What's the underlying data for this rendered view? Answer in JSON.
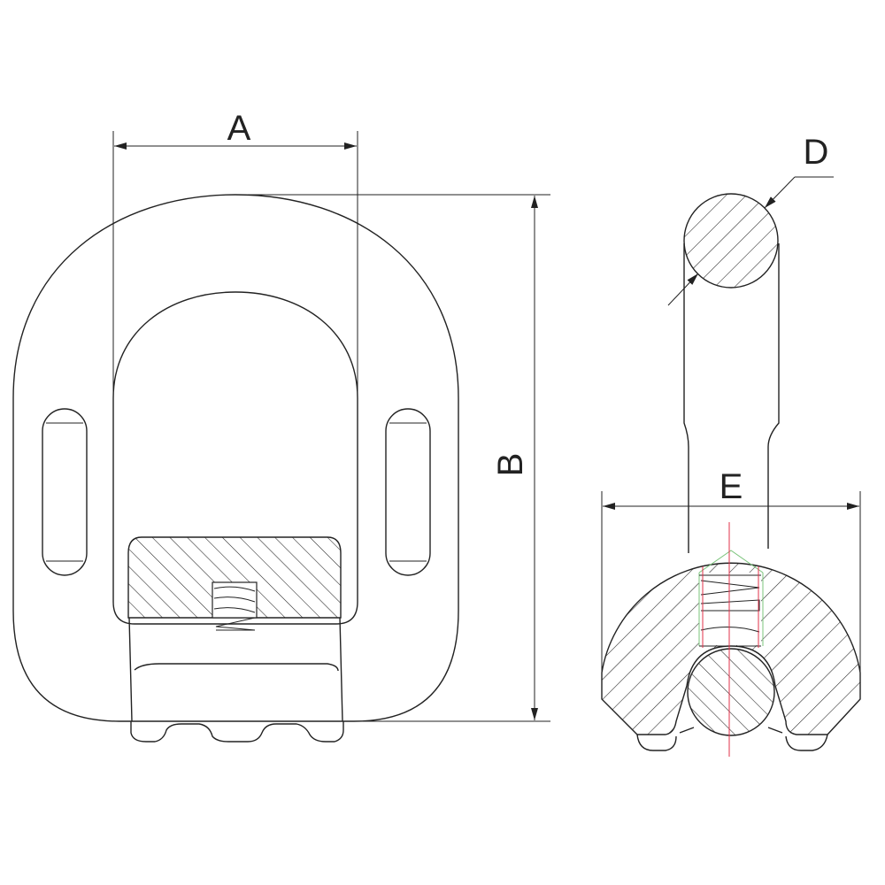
{
  "diagram": {
    "labels": {
      "a": "A",
      "b": "B",
      "d": "D",
      "e": "E"
    },
    "colors": {
      "line": "#222222",
      "centerline": "#e0304a",
      "spring_guide": "#7bc47b"
    }
  }
}
